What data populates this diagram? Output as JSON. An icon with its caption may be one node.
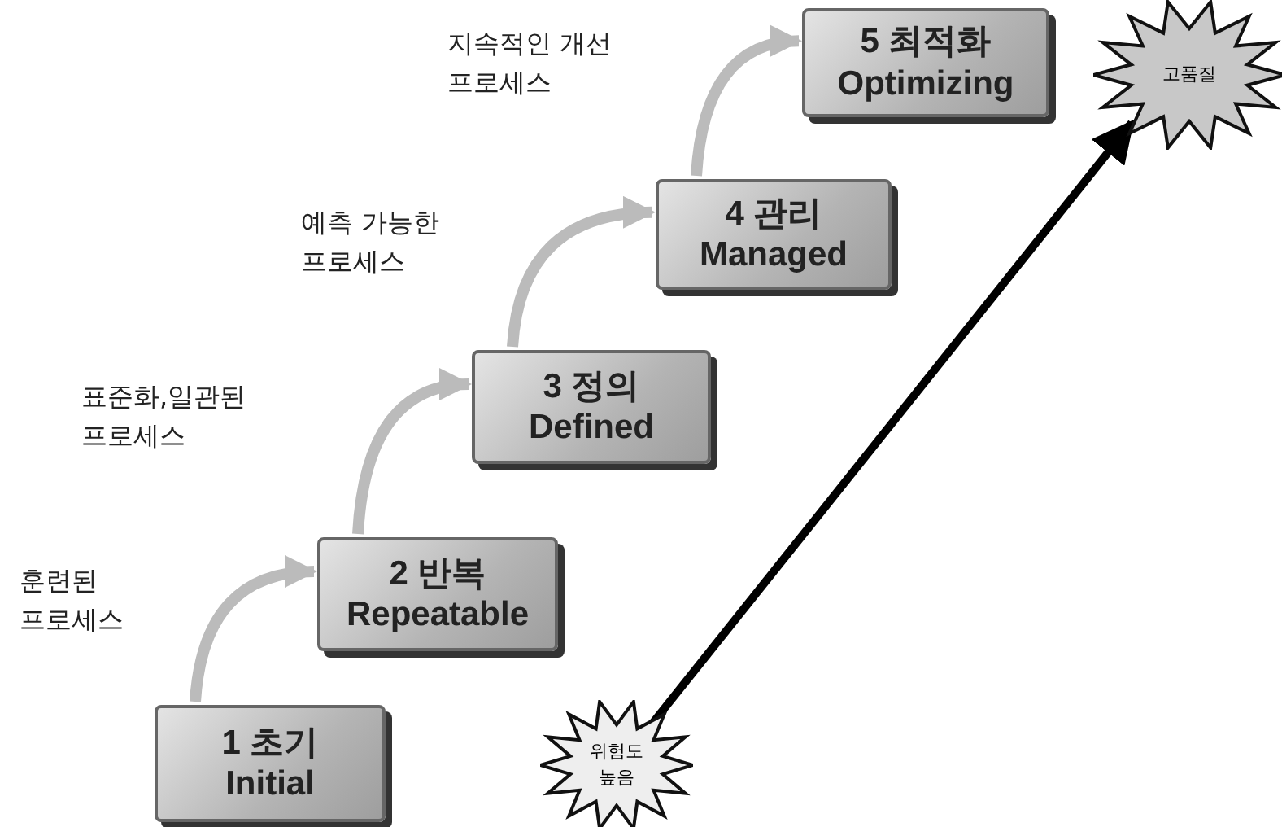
{
  "diagram": {
    "nodes": [
      {
        "text": [
          "1 초기",
          "Initial"
        ]
      },
      {
        "text": [
          "2 반복",
          "Repeatable"
        ]
      },
      {
        "text": [
          "3 정의",
          "Defined"
        ]
      },
      {
        "text": [
          "4 관리",
          "Managed"
        ]
      },
      {
        "text": [
          "5 최적화",
          "Optimizing"
        ]
      },
      {
        "text": [
          "위험도 높음"
        ]
      },
      {
        "text": [
          "고품질"
        ]
      }
    ],
    "edges": [
      {
        "from": 0,
        "to": 1,
        "arrow": "to"
      },
      {
        "from": 1,
        "to": 2,
        "arrow": "to"
      },
      {
        "from": 2,
        "to": 3,
        "arrow": "to"
      },
      {
        "from": 3,
        "to": 4,
        "arrow": "to"
      },
      {
        "from": 5,
        "to": 6,
        "arrow": "to",
        "color": "#000000"
      }
    ],
    "labels": [
      "지속적인 개선 프로세스",
      "예측 가능한 프로세스",
      "표준화,일관된 프로세스",
      "훈련된 프로세스"
    ]
  }
}
